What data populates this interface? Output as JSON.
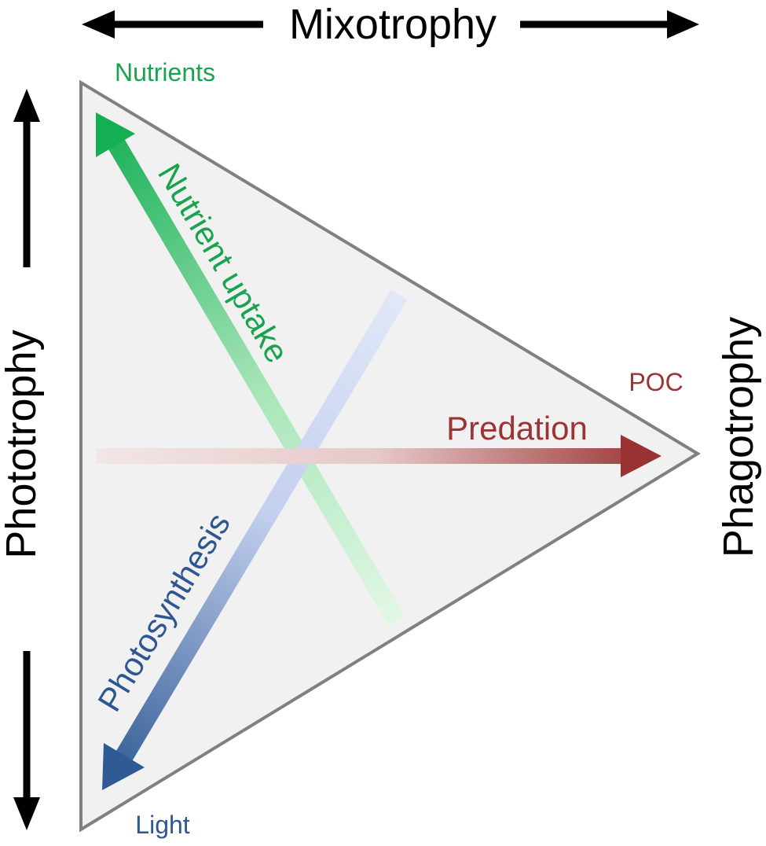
{
  "axes": {
    "top": "Mixotrophy",
    "left": "Phototrophy",
    "right": "Phagotrophy"
  },
  "corners": {
    "top_left": "Nutrients",
    "bottom_left": "Light",
    "right": "POC"
  },
  "processes": {
    "nutrient_uptake": "Nutrient uptake",
    "photosynthesis": "Photosynthesis",
    "predation": "Predation"
  },
  "colors": {
    "triangle_fill": "#f1f1f1",
    "triangle_stroke": "#808080",
    "nutrient_green": "#1aa34f",
    "nutrient_green_light": "#d9f5df",
    "light_blue": "#2e5792",
    "light_blue_pale": "#dfe6f6",
    "predation_red": "#9b3434",
    "predation_red_pale": "#f3e4e4",
    "axis_black": "#000000"
  }
}
